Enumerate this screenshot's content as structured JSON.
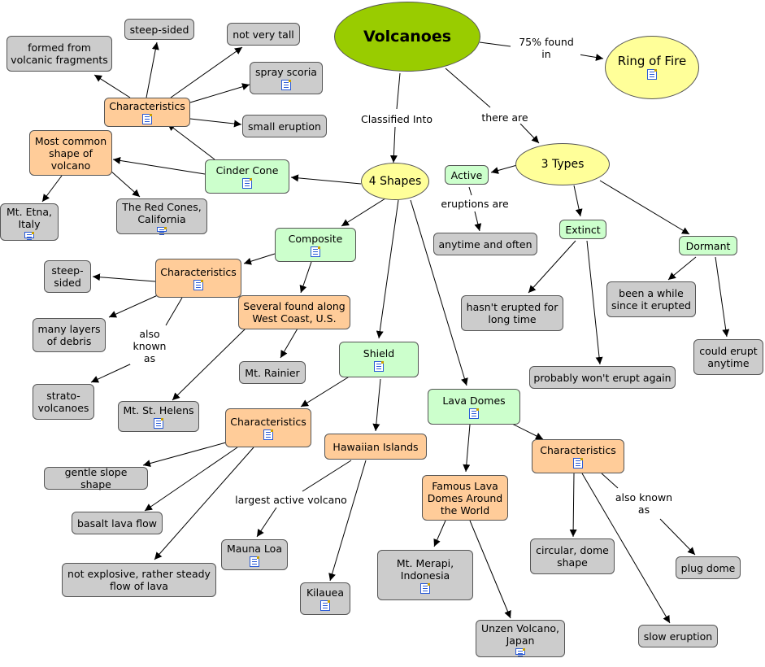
{
  "nodes": {
    "volcanoes": "Volcanoes",
    "ring_of_fire": "Ring of Fire",
    "three_types": "3 Types",
    "four_shapes": "4 Shapes",
    "active": "Active",
    "extinct": "Extinct",
    "dormant": "Dormant",
    "anytime_often": "anytime and often",
    "hasnt_erupted": "hasn't erupted for long time",
    "probably_wont": "probably won't erupt again",
    "been_a_while": "been a while since it erupted",
    "could_erupt": "could erupt anytime",
    "cinder_cone": "Cinder Cone",
    "cinder_characteristics": "Characteristics",
    "steep_sided_1": "steep-sided",
    "not_very_tall": "not very tall",
    "formed_from": "formed from volcanic fragments",
    "spray_scoria": "spray scoria",
    "small_eruption": "small eruption",
    "most_common": "Most common shape of volcano",
    "mt_etna": "Mt. Etna, Italy",
    "red_cones": "The Red Cones, California",
    "composite": "Composite",
    "composite_characteristics": "Characteristics",
    "steep_sided_2": "steep-sided",
    "many_layers": "many layers of debris",
    "strato": "strato-volcanoes",
    "several_found": "Several found along West Coast, U.S.",
    "mt_rainier": "Mt. Rainier",
    "mt_st_helens": "Mt. St. Helens",
    "shield": "Shield",
    "shield_characteristics": "Characteristics",
    "gentle_slope": "gentle slope shape",
    "basalt": "basalt lava flow",
    "not_explosive": "not explosive, rather steady flow of lava",
    "hawaiian": "Hawaiian Islands",
    "mauna_loa": "Mauna Loa",
    "kilauea": "Kilauea",
    "lava_domes": "Lava Domes",
    "famous_domes": "Famous Lava Domes Around the World",
    "mt_merapi": "Mt. Merapi, Indonesia",
    "unzen": "Unzen Volcano, Japan",
    "domes_characteristics": "Characteristics",
    "circular_dome": "circular, dome shape",
    "plug_dome": "plug dome",
    "slow_eruption": "slow eruption"
  },
  "links": {
    "found_in": "75% found in",
    "classified_into": "Classified Into",
    "there_are": "there are",
    "eruptions_are": "eruptions are",
    "also_known_as_1": "also known as",
    "largest_active": "largest active volcano",
    "also_known_as_2": "also known as"
  },
  "colors": {
    "main": "#99cc00",
    "yellow": "#ffff99",
    "green": "#ccffcc",
    "orange": "#ffcc99",
    "gray": "#cccccc"
  },
  "icons": [
    "document-icon"
  ]
}
